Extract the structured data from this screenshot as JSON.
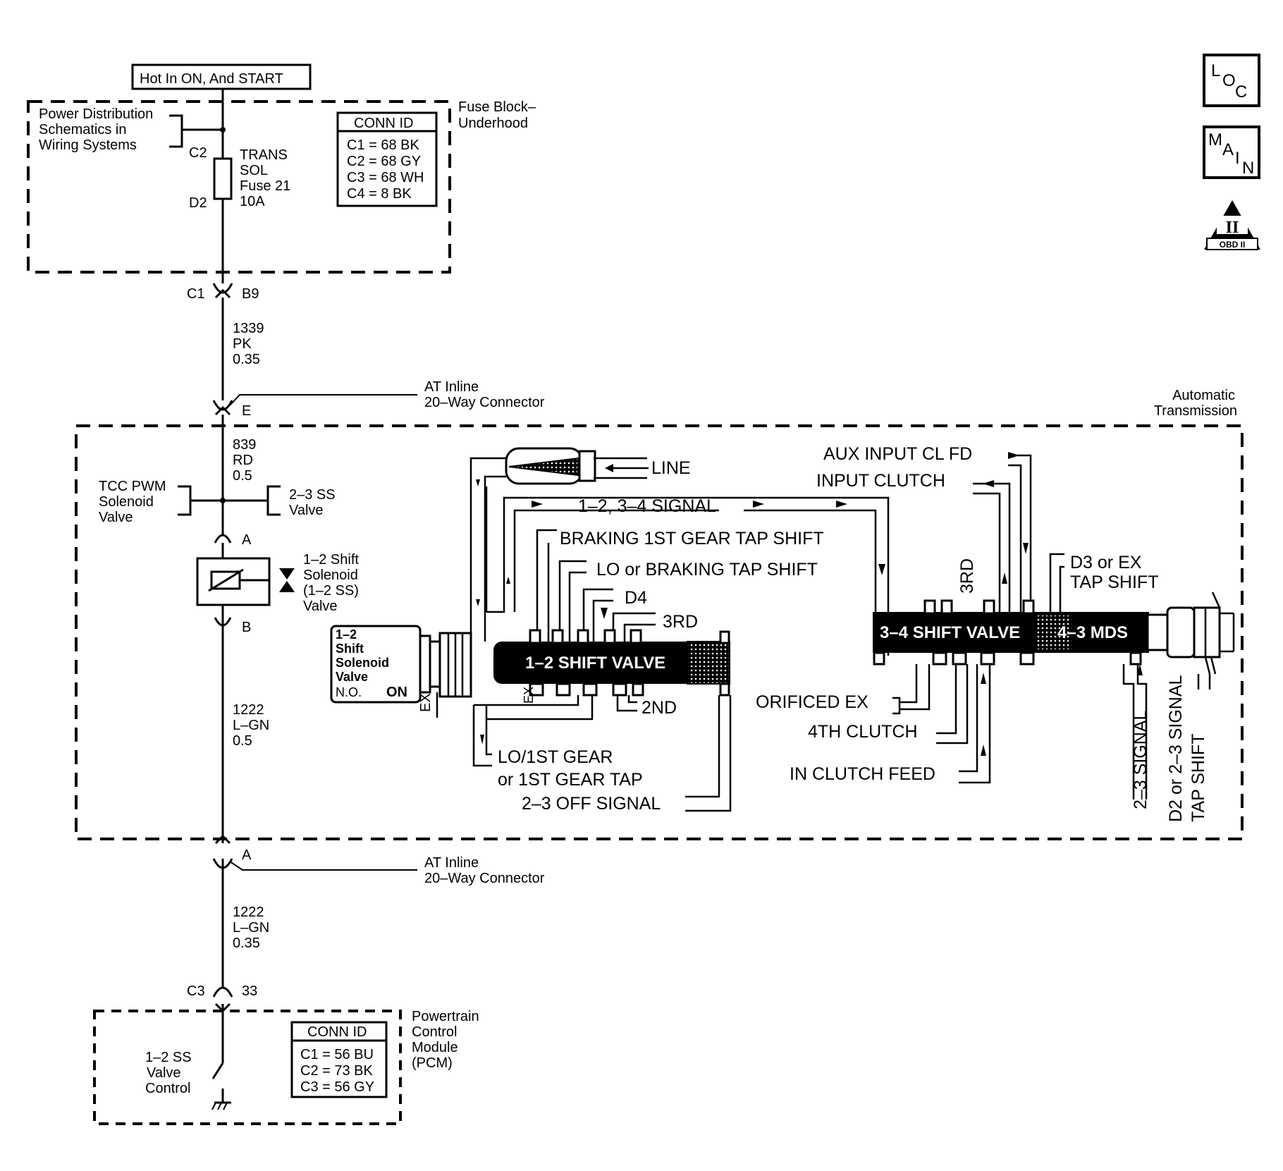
{
  "power_label": "Hot In ON, And START",
  "fuse_block": {
    "name": [
      "Fuse Block–",
      "Underhood"
    ],
    "power_dist_ref": [
      "Power Distribution",
      "Schematics in",
      "Wiring Systems"
    ],
    "conn_c2": "C2",
    "conn_d2": "D2",
    "fuse_label": [
      "TRANS",
      "SOL",
      "Fuse 21",
      "10A"
    ],
    "conn_id": {
      "title": "CONN ID",
      "rows": [
        "C1 = 68 BK",
        "C2 = 68 GY",
        "C3 = 68 WH",
        "C4 = 8 BK"
      ]
    }
  },
  "connector_c1_b9": {
    "left": "C1",
    "right": "B9"
  },
  "wire_1339": [
    "1339",
    "PK",
    "0.35"
  ],
  "inline_connector_top": {
    "pin": "E",
    "label": [
      "AT Inline",
      "20–Way Connector"
    ]
  },
  "transmission": {
    "name": [
      "Automatic",
      "Transmission"
    ],
    "wire_839": [
      "839",
      "RD",
      "0.5"
    ],
    "tcc_pwm": [
      "TCC PWM",
      "Solenoid",
      "Valve"
    ],
    "ss_23": [
      "2–3 SS",
      "Valve"
    ],
    "pin_a": "A",
    "pin_b": "B",
    "shift_solenoid_label": [
      "1–2 Shift",
      "Solenoid",
      "(1–2 SS)",
      "Valve"
    ],
    "wire_1222": [
      "1222",
      "L–GN",
      "0.5"
    ],
    "solenoid_body": {
      "lines": [
        "1–2",
        "Shift",
        "Solenoid",
        "Valve"
      ],
      "state_no": "N.O.",
      "state_on": "ON"
    },
    "ex": "EX",
    "hydraulic_labels": {
      "line": "LINE",
      "signal_12_34": "1–2, 3–4 SIGNAL",
      "braking_1st": "BRAKING 1ST GEAR TAP SHIFT",
      "lo_braking": "LO or BRAKING TAP SHIFT",
      "d4": "D4",
      "third": "3RD",
      "second": "2ND",
      "lo_1st": [
        "LO/1ST GEAR",
        "or 1ST GEAR TAP"
      ],
      "off_23": "2–3 OFF SIGNAL",
      "aux_input": "AUX INPUT CL FD",
      "input_clutch": "INPUT CLUTCH",
      "third_vertical": "3RD",
      "d3_ex": [
        "D3 or EX",
        "TAP SHIFT"
      ],
      "orificed_ex": "ORIFICED EX",
      "fourth_clutch": "4TH CLUTCH",
      "in_clutch_feed": "IN CLUTCH FEED",
      "signal_23": "2–3 SIGNAL",
      "d2_23": [
        "D2 or 2–3 SIGNAL",
        "TAP SHIFT"
      ]
    },
    "valves": {
      "v12": "1–2 SHIFT VALVE",
      "v34": "3–4 SHIFT VALVE",
      "mds": "4–3 MDS"
    }
  },
  "inline_connector_bottom": {
    "pin": "A",
    "label": [
      "AT Inline",
      "20–Way Connector"
    ]
  },
  "wire_1222_b": [
    "1222",
    "L–GN",
    "0.35"
  ],
  "connector_c3_33": {
    "left": "C3",
    "right": "33"
  },
  "pcm": {
    "name": [
      "Powertrain",
      "Control",
      "Module",
      "(PCM)"
    ],
    "control_label": [
      "1–2 SS",
      "Valve",
      "Control"
    ],
    "conn_id": {
      "title": "CONN ID",
      "rows": [
        "C1 = 56 BU",
        "C2 = 73 BK",
        "C3 = 56 GY"
      ]
    }
  },
  "icons": {
    "loc": {
      "l1": "L",
      "l2": "O",
      "l3": "C"
    },
    "main": {
      "l1": "M",
      "l2": "A",
      "l3": "I",
      "l4": "N"
    },
    "obd": {
      "numeral": "II",
      "text": "OBD II"
    }
  }
}
